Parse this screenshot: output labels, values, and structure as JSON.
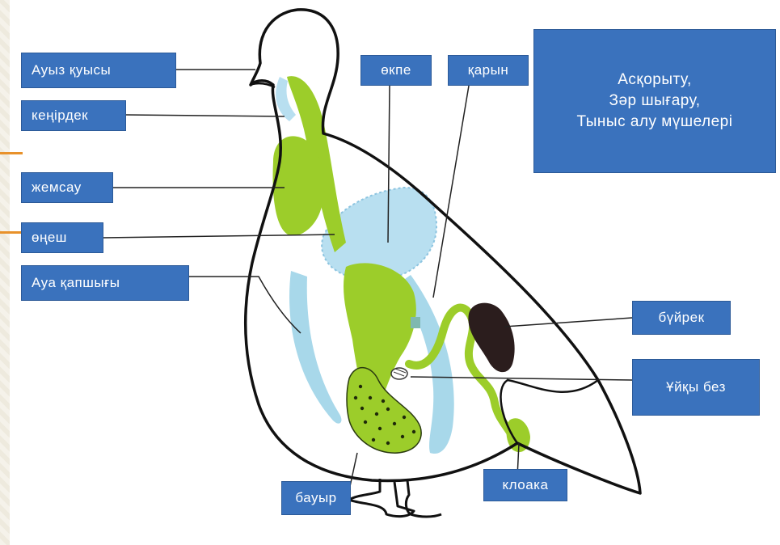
{
  "labels": {
    "mouth": "Ауыз қуысы",
    "larynx": "кеңірдек",
    "crop": "жемсау",
    "esophagus": "өңеш",
    "air_sac": "Ауа қапшығы",
    "lung": "өкпе",
    "stomach": "қарын",
    "kidney": "бүйрек",
    "pancreas": "Ұйқы без",
    "liver": "бауыр",
    "cloaca": "клоака"
  },
  "info_box": {
    "line1": "Асқорыту,",
    "line2": "Зәр шығару,",
    "line3": "Тыныс алу мүшелері"
  },
  "colors": {
    "label_bg": "#3a72bd",
    "label_text": "#ffffff",
    "organ_green": "#9ccd2a",
    "air_sac_blue": "#a8d8ea",
    "kidney_dark": "#2b1d1d",
    "accent_orange": "#e8912a"
  }
}
